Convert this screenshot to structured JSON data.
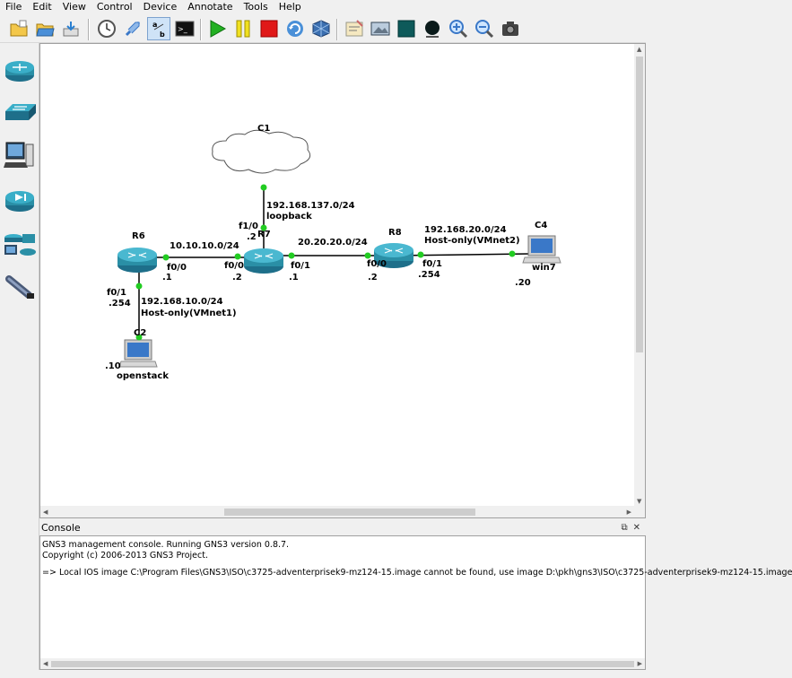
{
  "menu": [
    "File",
    "Edit",
    "View",
    "Control",
    "Device",
    "Annotate",
    "Tools",
    "Help"
  ],
  "toolbar": {
    "buttons": [
      "new-project",
      "open-project",
      "save-project",
      "snapshot",
      "add-link",
      "show-interface-labels",
      "console-to-all",
      "start-all",
      "suspend-all",
      "stop-all",
      "reload-all",
      "virtualbox",
      "add-note",
      "insert-picture",
      "draw-rectangle",
      "draw-ellipse",
      "zoom-in",
      "zoom-out",
      "screenshot"
    ]
  },
  "sidebar": {
    "devices": [
      "router",
      "switch",
      "end-device",
      "security-device",
      "all-devices",
      "link-cable"
    ]
  },
  "topology": {
    "nodes": {
      "C1": "C1",
      "R6": "R6",
      "R7": "R7",
      "R8": "R8",
      "C2": "C2",
      "C4": "C4"
    },
    "node_names": {
      "openstack": "openstack",
      "win7": "win7"
    },
    "links": {
      "r6_r7_net": "10.10.10.0/24",
      "r7_r8_net": "20.20.20.0/24",
      "c1_net": "192.168.137.0/24",
      "c1_label": "loopback",
      "c2_net": "192.168.10.0/24",
      "c2_label": "Host-only(VMnet1)",
      "c4_net": "192.168.20.0/24",
      "c4_label": "Host-only(VMnet2)"
    },
    "interfaces": {
      "r6_f00": "f0/0",
      "r6_f00_ip": ".1",
      "r6_f01": "f0/1",
      "r6_f01_ip": ".254",
      "r7_f00": "f0/0",
      "r7_f00_ip": ".2",
      "r7_f10": "f1/0",
      "r7_f10_ip": ".2",
      "r7_f01": "f0/1",
      "r7_f01_ip": ".1",
      "r8_f00": "f0/0",
      "r8_f00_ip": ".2",
      "r8_f01": "f0/1",
      "r8_f01_ip": ".254",
      "c2_ip": ".10",
      "c4_ip": ".20"
    }
  },
  "console": {
    "title": "Console",
    "lines": [
      "GNS3 management console. Running GNS3 version 0.8.7.",
      "Copyright (c) 2006-2013 GNS3 Project.",
      "",
      "=> Local IOS image C:\\Program Files\\GNS3\\ISO\\c3725-adventerprisek9-mz124-15.image cannot be found, use image D:\\pkh\\gns3\\ISO\\c3725-adventerprisek9-mz124-15.image"
    ]
  },
  "colors": {
    "link_dot": "#22cc22",
    "router_body": "#2a8fa6",
    "cloud_stroke": "#555555"
  }
}
